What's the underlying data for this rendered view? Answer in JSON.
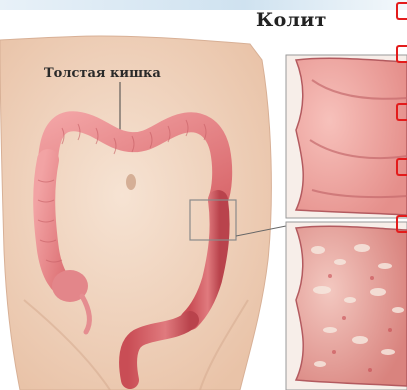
{
  "figure": {
    "title": "Колит",
    "label": "Толстая кишка"
  },
  "colors": {
    "skin": "#f2d7c2",
    "colon": "#e98a8c",
    "mucosa_normal": "#f0a8a4",
    "mucosa_inflamed": "#e8b0a8",
    "marker": "#e31b1b"
  },
  "markers": [
    "red-bookmark",
    "red-bookmark",
    "red-bookmark",
    "red-bookmark",
    "red-bookmark"
  ]
}
